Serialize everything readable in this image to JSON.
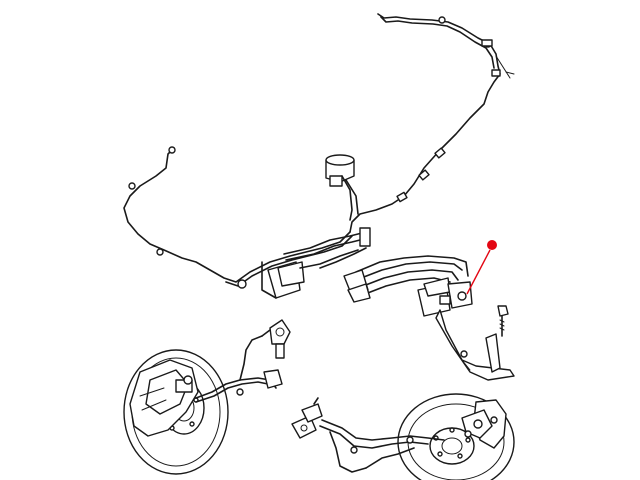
{
  "diagram": {
    "components": [
      {
        "id": "main-brake-line-assembly",
        "icon": "brake-line-icon"
      },
      {
        "id": "hcu-abs-module",
        "icon": "module-icon"
      },
      {
        "id": "front-disc-brake-rotor",
        "icon": "rotor-icon"
      },
      {
        "id": "front-brake-caliper",
        "icon": "caliper-icon"
      },
      {
        "id": "rear-disc-brake-rotor",
        "icon": "rotor-icon"
      },
      {
        "id": "rear-brake-caliper",
        "icon": "caliper-icon"
      },
      {
        "id": "wheel-speed-sensor",
        "icon": "sensor-icon"
      },
      {
        "id": "mounting-bracket",
        "icon": "bracket-icon"
      },
      {
        "id": "mounting-bolt",
        "icon": "bolt-icon"
      },
      {
        "id": "brake-hose",
        "icon": "hose-icon"
      }
    ],
    "callout": {
      "target": "hcu-abs-module",
      "color": "#e30613"
    },
    "colors": {
      "line": "#1a1a1a",
      "background": "#ffffff",
      "callout": "#e30613"
    }
  }
}
